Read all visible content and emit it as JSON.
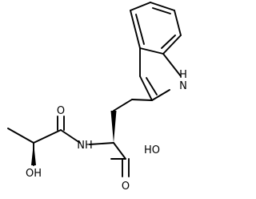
{
  "atom_labels": {
    "indole_nh": "H",
    "indole_n": "N",
    "amide_o": "O",
    "amide_nh": "NH",
    "acid_oh": "HO",
    "acid_o": "O",
    "hydroxyl_oh": "OH"
  },
  "colors": {
    "bond": "#000000",
    "label": "#000000",
    "background": "#ffffff"
  }
}
